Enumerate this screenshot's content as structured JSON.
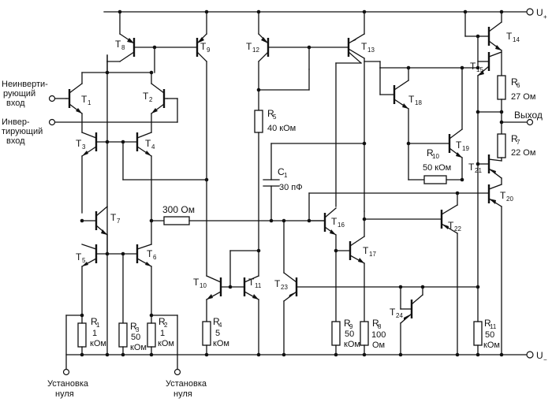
{
  "rails": {
    "positive": "U",
    "positive_sub": "+",
    "negative": "U",
    "negative_sub": "−"
  },
  "inputs": {
    "noninverting": [
      "Неинверти-",
      "рующий",
      "вход"
    ],
    "inverting": [
      "Инвер-",
      "тирующий",
      "вход"
    ]
  },
  "output": "Выход",
  "zero_adjust": [
    "Установка",
    "нуля"
  ],
  "transistors": {
    "T1": {
      "letter": "T",
      "num": "1"
    },
    "T2": {
      "letter": "T",
      "num": "2"
    },
    "T3": {
      "letter": "T",
      "num": "3"
    },
    "T4": {
      "letter": "T",
      "num": "4"
    },
    "T5": {
      "letter": "T",
      "num": "5"
    },
    "T6": {
      "letter": "T",
      "num": "6"
    },
    "T7": {
      "letter": "T",
      "num": "7"
    },
    "T8": {
      "letter": "T",
      "num": "8"
    },
    "T9": {
      "letter": "T",
      "num": "9"
    },
    "T10": {
      "letter": "T",
      "num": "10"
    },
    "T11": {
      "letter": "T",
      "num": "11"
    },
    "T12": {
      "letter": "T",
      "num": "12"
    },
    "T13": {
      "letter": "T",
      "num": "13"
    },
    "T14": {
      "letter": "T",
      "num": "14"
    },
    "T15": {
      "letter": "T",
      "num": "15"
    },
    "T16": {
      "letter": "T",
      "num": "16"
    },
    "T17": {
      "letter": "T",
      "num": "17"
    },
    "T18": {
      "letter": "T",
      "num": "18"
    },
    "T19": {
      "letter": "T",
      "num": "19"
    },
    "T20": {
      "letter": "T",
      "num": "20"
    },
    "T21": {
      "letter": "T",
      "num": "21"
    },
    "T22": {
      "letter": "T",
      "num": "22"
    },
    "T23": {
      "letter": "T",
      "num": "23"
    },
    "T24": {
      "letter": "T",
      "num": "24"
    }
  },
  "resistors": {
    "R1": {
      "letter": "R",
      "num": "1",
      "v1": "1",
      "v2": "кОм"
    },
    "R2": {
      "letter": "R",
      "num": "2",
      "v1": "1",
      "v2": "кОм"
    },
    "R3": {
      "letter": "R",
      "num": "3",
      "v1": "50",
      "v2": "кОм"
    },
    "R4": {
      "letter": "R",
      "num": "4",
      "v1": "5",
      "v2": "кОм"
    },
    "R5": {
      "letter": "R",
      "num": "5",
      "v1": "40 кОм"
    },
    "R6": {
      "letter": "R",
      "num": "6",
      "v1": "27 Ом"
    },
    "R7": {
      "letter": "R",
      "num": "7",
      "v1": "22 Ом"
    },
    "R8": {
      "letter": "R",
      "num": "8",
      "v1": "100",
      "v2": "Ом"
    },
    "R9": {
      "letter": "R",
      "num": "9",
      "v1": "50",
      "v2": "кОм"
    },
    "R10": {
      "letter": "R",
      "num": "10",
      "v1": "50 кОм"
    },
    "R11": {
      "letter": "R",
      "num": "11",
      "v1": "50",
      "v2": "кОм"
    },
    "R300": {
      "v1": "300 Ом"
    }
  },
  "capacitor": {
    "letter": "C",
    "num": "1",
    "value": "30 пФ"
  }
}
